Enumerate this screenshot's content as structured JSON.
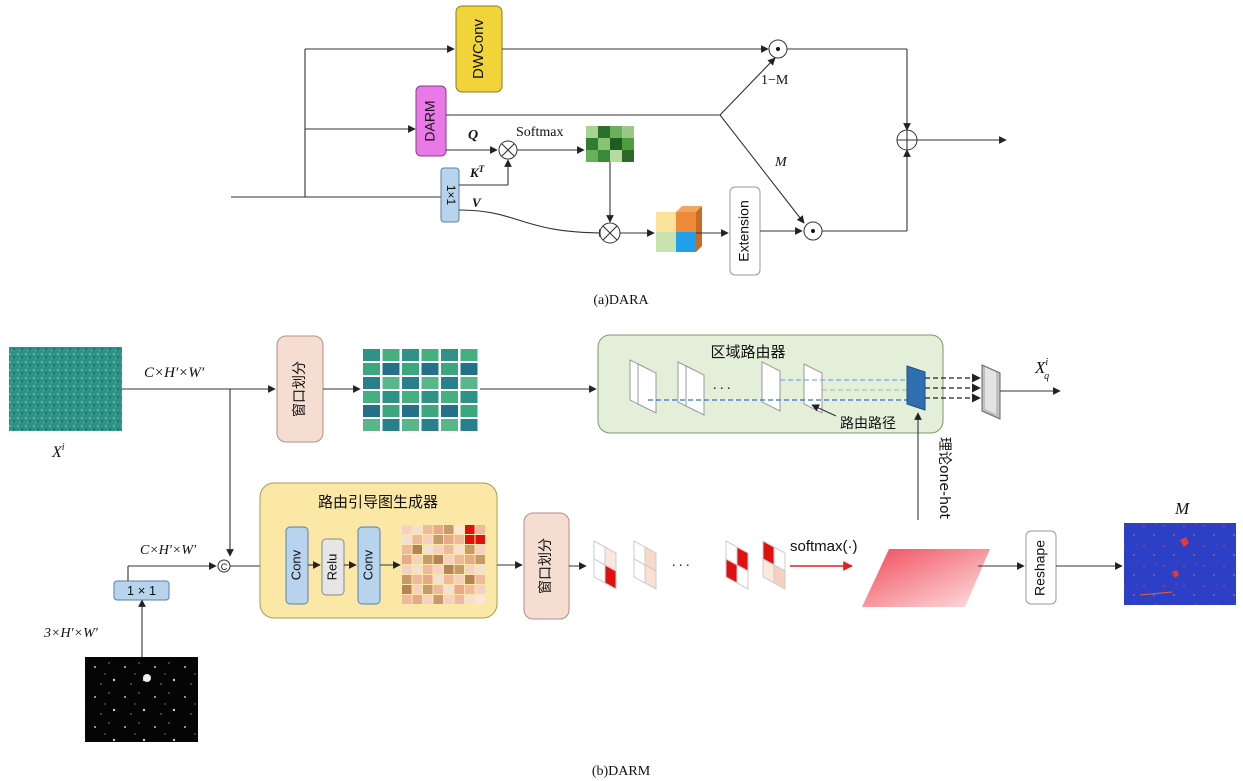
{
  "panel_a": {
    "caption": "(a)DARA",
    "dwconv": "DWConv",
    "darm": "DARM",
    "conv1x1": "1×1",
    "q": "Q",
    "kt_base": "K",
    "kt_sup": "T",
    "v": "V",
    "softmax": "Softmax",
    "one_minus_m": "1−M",
    "m": "M",
    "extension": "Extension"
  },
  "panel_b": {
    "caption": "(b)DARM",
    "x_i_base": "X",
    "x_i_sup": "i",
    "chw_top": "C×H′×W′",
    "chw_mid": "C×H′×W′",
    "window_split_1": "窗口划分",
    "window_split_2": "窗口划分",
    "region_router": "区域路由器",
    "routing_path": "路由路径",
    "xq_base": "X",
    "xq_sup": "i",
    "xq_sub": "q",
    "theory_onehot": "理论one-hot",
    "guide_gen": "路由引导图生成器",
    "conv_a": "Conv",
    "relu": "Relu",
    "conv_b": "Conv",
    "conv1x1": "1 × 1",
    "three_hw": "3×H′×W′",
    "concat_symbol": "C",
    "ellipsis_top": ". . .",
    "ellipsis_bottom": ". . .",
    "softmax_fn": "softmax(·)",
    "reshape": "Reshape",
    "m_label": "M"
  },
  "colors": {
    "dwconv": "#f1d43a",
    "darm": "#e879e6",
    "conv_blue": "#b8d3ee",
    "guide_bg": "#fbe8a6",
    "router_bg": "#e4efd9",
    "window_bg": "#f6ddd2",
    "softmax_grid": "#4e9e3f",
    "arrow_red": "#e02020",
    "feature_teal": "#2e9b8f",
    "mask_blue": "#2a3fc4"
  }
}
